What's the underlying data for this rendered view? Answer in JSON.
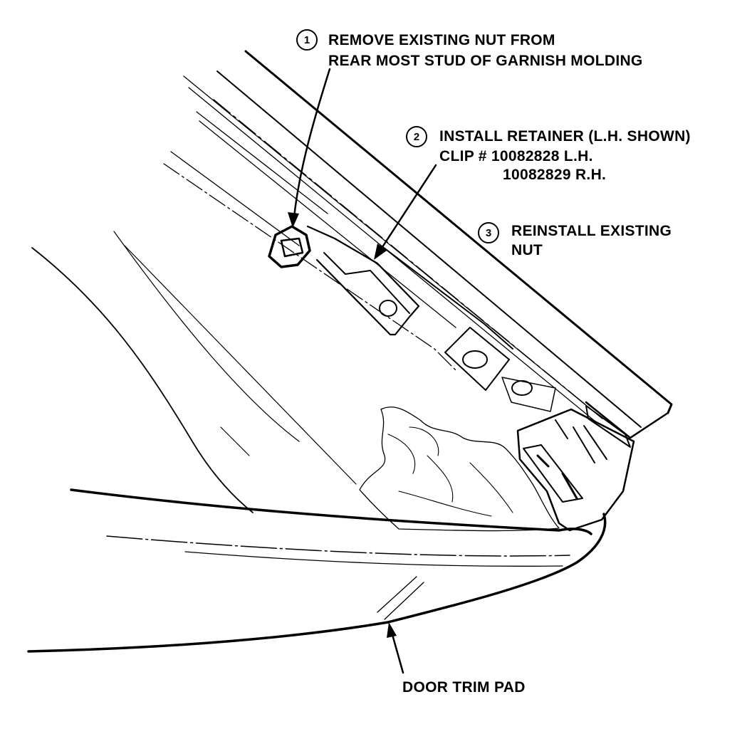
{
  "callouts": [
    {
      "number": "1",
      "lines": [
        "REMOVE EXISTING NUT FROM",
        "REAR MOST STUD OF GARNISH MOLDING"
      ]
    },
    {
      "number": "2",
      "lines": [
        "INSTALL RETAINER (L.H. SHOWN)",
        "CLIP # 10082828 L.H.",
        "10082829 R.H."
      ]
    },
    {
      "number": "3",
      "lines": [
        "REINSTALL EXISTING",
        "NUT"
      ]
    }
  ],
  "labels": {
    "door_trim_pad": "DOOR TRIM PAD"
  }
}
